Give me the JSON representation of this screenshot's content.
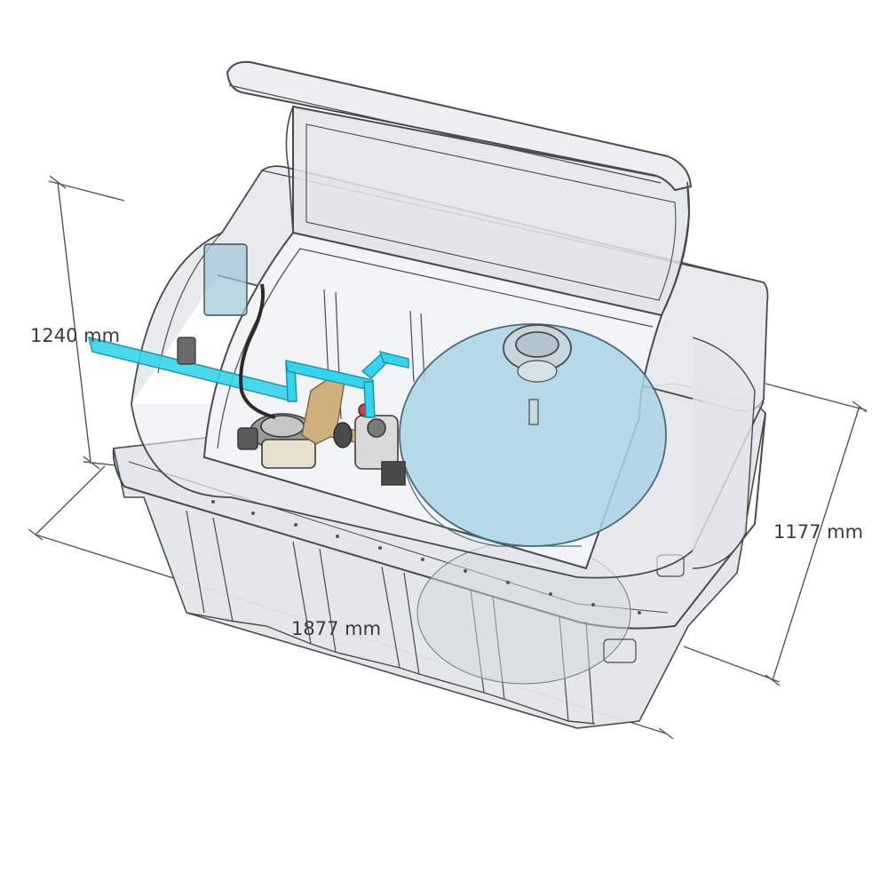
{
  "dimensions": {
    "height_label": "1240 mm",
    "depth_label": "1177 mm",
    "length_label": "1877 mm"
  },
  "colors": {
    "outline": "#4a4a4a",
    "housing_fill": "#e4e7ea",
    "lid_fill": "#dfe3e6",
    "tank_fill": "#a9d3e6",
    "pipe_cyan": "#34d5ec",
    "pipe_tan": "#cdb07c",
    "dimension_line": "#555555"
  },
  "icons": [
    "pool-filter-tank",
    "pump",
    "multiport-valve",
    "pipe-inlet",
    "hinged-lid"
  ]
}
